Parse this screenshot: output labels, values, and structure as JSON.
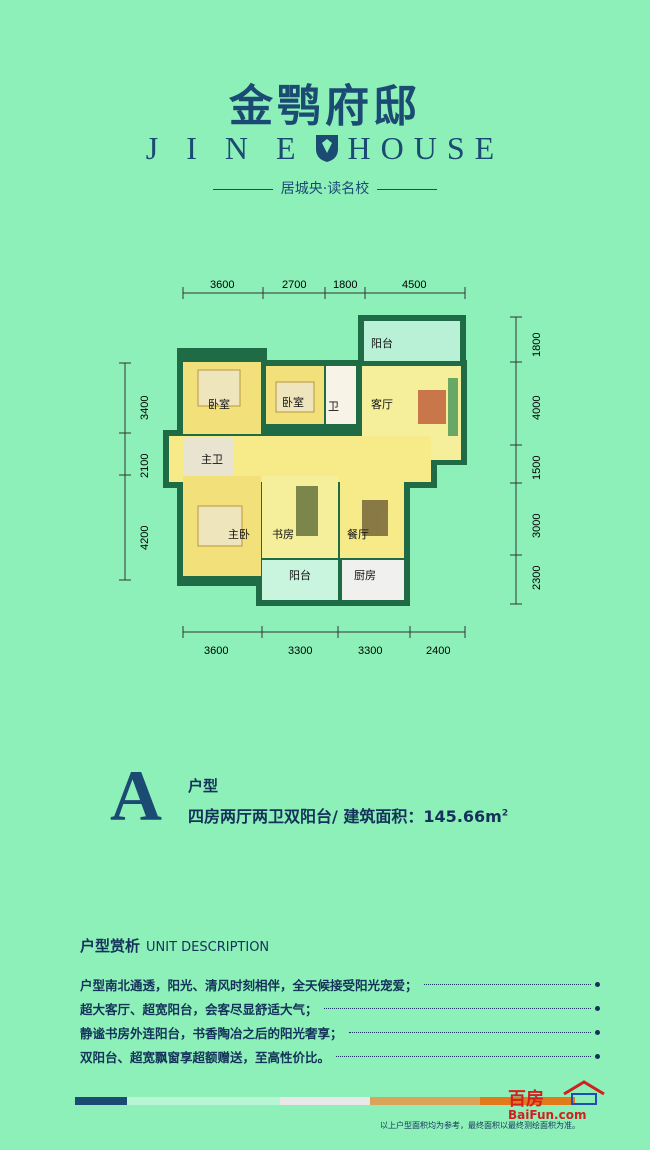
{
  "header": {
    "logo_cn": "金鹗府邸",
    "logo_en_left": "J I N E",
    "logo_en_right": "HOUSE",
    "tagline": "居城央·读名校"
  },
  "plan": {
    "top_dims": [
      "3600",
      "2700",
      "1800",
      "4500"
    ],
    "bottom_dims": [
      "3600",
      "3300",
      "3300",
      "2400"
    ],
    "left_dims": [
      "3400",
      "2100",
      "4200"
    ],
    "right_dims": [
      "1800",
      "4000",
      "1500",
      "3000",
      "2300"
    ],
    "rooms": {
      "balcony_top": "阳台",
      "bedroom_1": "卧室",
      "bedroom_2": "卧室",
      "bath": "卫",
      "living": "客厅",
      "master_bath": "主卫",
      "master_bed": "主卧",
      "study": "书房",
      "dining": "餐厅",
      "balcony_bottom": "阳台",
      "kitchen": "厨房"
    }
  },
  "unit": {
    "letter": "A",
    "type_label": "户型",
    "spec": "四房两厅两卫双阳台/ 建筑面积：145.66m",
    "spec_sup": "2"
  },
  "description": {
    "title_cn": "户型赏析",
    "title_en": "UNIT DESCRIPTION",
    "lines": [
      "户型南北通透，阳光、清风时刻相伴，全天候接受阳光宠爱；",
      "超大客厅、超宽阳台，会客尽显舒适大气；",
      "静谧书房外连阳台，书香陶冶之后的阳光奢享；",
      "双阳台、超宽飘窗享超额赠送，至高性价比。"
    ]
  },
  "footer": {
    "note": "以上户型面积均为参考，最终面积以最终测绘面积为准。",
    "watermark_cn": "百房",
    "watermark_en": "BaiFun.com"
  },
  "colors": {
    "background": "#8cf0b8",
    "brand": "#1b4a73",
    "bar": [
      "#1b4a73",
      "#b8f5d2",
      "#e8e8e8",
      "#d9a35a",
      "#e07a1a"
    ]
  }
}
